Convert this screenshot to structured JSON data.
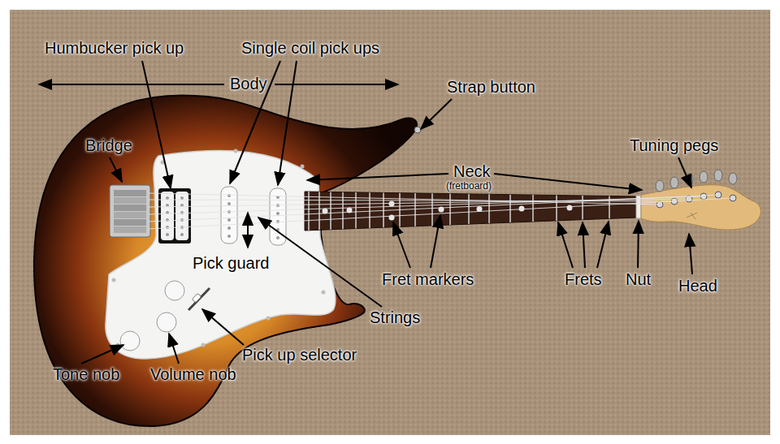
{
  "diagram": {
    "labels": [
      "Humbucker pick up",
      "Single coil pick ups",
      "Body",
      "Strap button",
      "Bridge",
      "Tuning pegs",
      "Neck",
      "(fretboard)",
      "Pick guard",
      "Fret markers",
      "Frets",
      "Nut",
      "Head",
      "Strings",
      "Pick up selector",
      "Tone nob",
      "Volume nob"
    ]
  }
}
